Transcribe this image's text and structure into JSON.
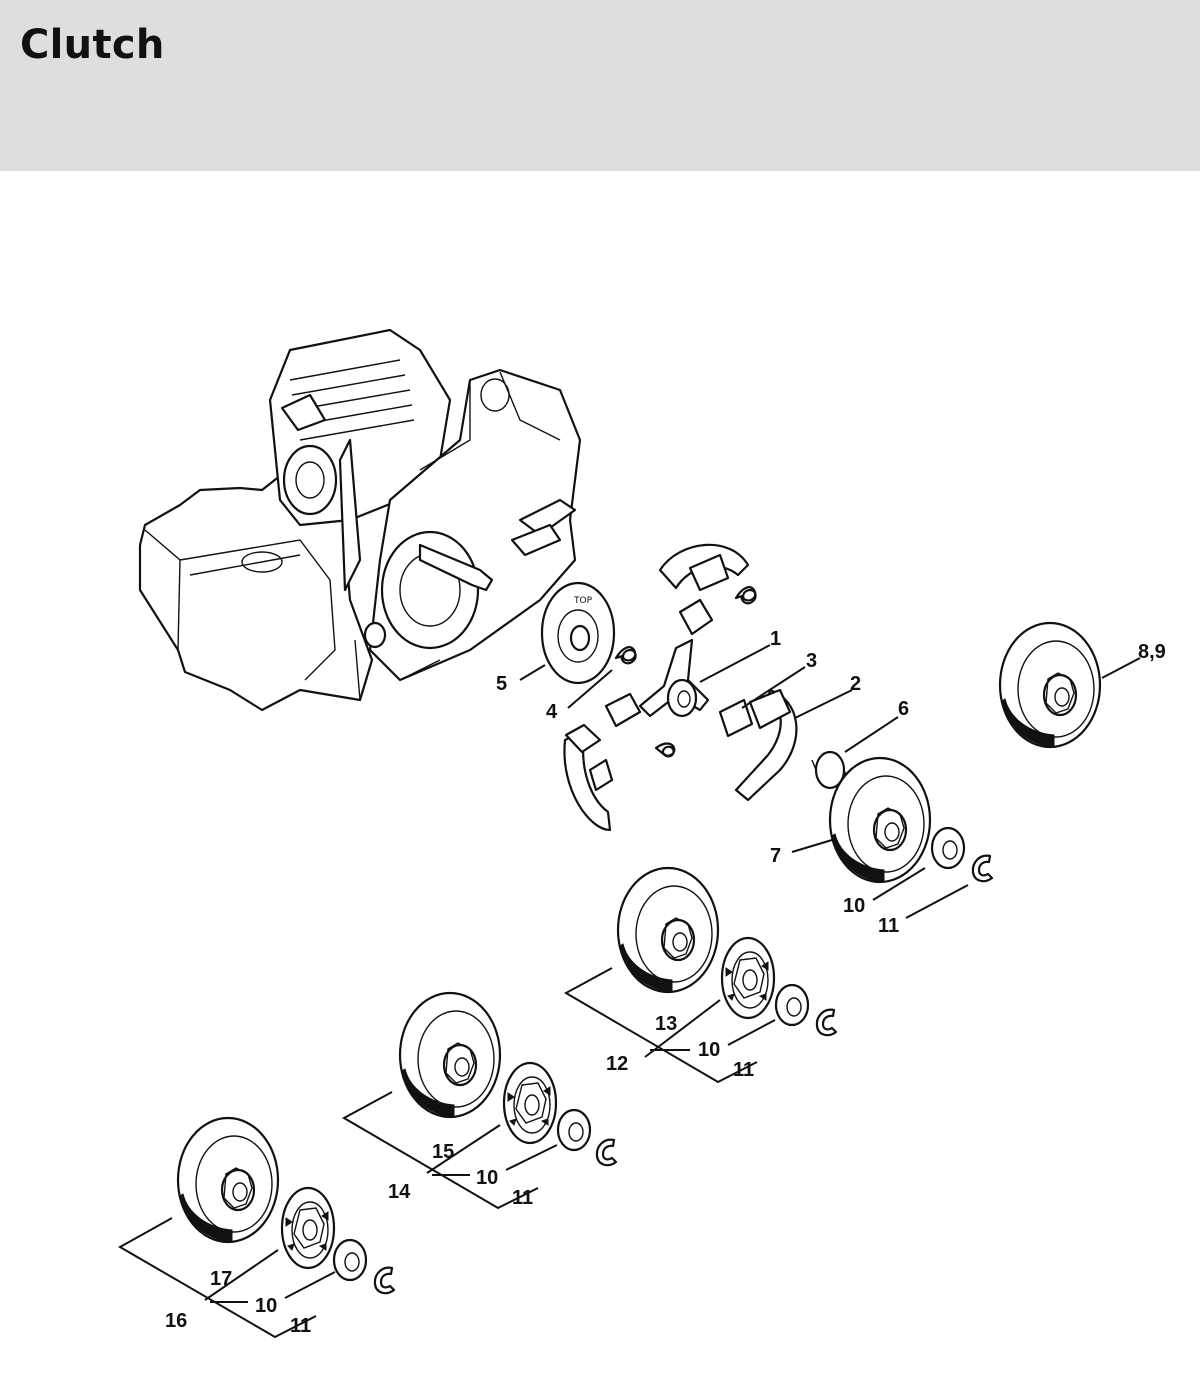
{
  "page": {
    "title": "Clutch"
  },
  "callouts": [
    {
      "id": "c1",
      "label": "1"
    },
    {
      "id": "c2",
      "label": "2"
    },
    {
      "id": "c3",
      "label": "3"
    },
    {
      "id": "c4",
      "label": "4"
    },
    {
      "id": "c5",
      "label": "5"
    },
    {
      "id": "c6",
      "label": "6"
    },
    {
      "id": "c7",
      "label": "7"
    },
    {
      "id": "c89",
      "label": "8,9"
    },
    {
      "id": "c10a",
      "label": "10"
    },
    {
      "id": "c11a",
      "label": "11"
    },
    {
      "id": "c12",
      "label": "12"
    },
    {
      "id": "c13",
      "label": "13"
    },
    {
      "id": "c10b",
      "label": "10"
    },
    {
      "id": "c11b",
      "label": "11"
    },
    {
      "id": "c14",
      "label": "14"
    },
    {
      "id": "c15",
      "label": "15"
    },
    {
      "id": "c10c",
      "label": "10"
    },
    {
      "id": "c11c",
      "label": "11"
    },
    {
      "id": "c16",
      "label": "16"
    },
    {
      "id": "c17",
      "label": "17"
    },
    {
      "id": "c10d",
      "label": "10"
    },
    {
      "id": "c11d",
      "label": "11"
    }
  ]
}
